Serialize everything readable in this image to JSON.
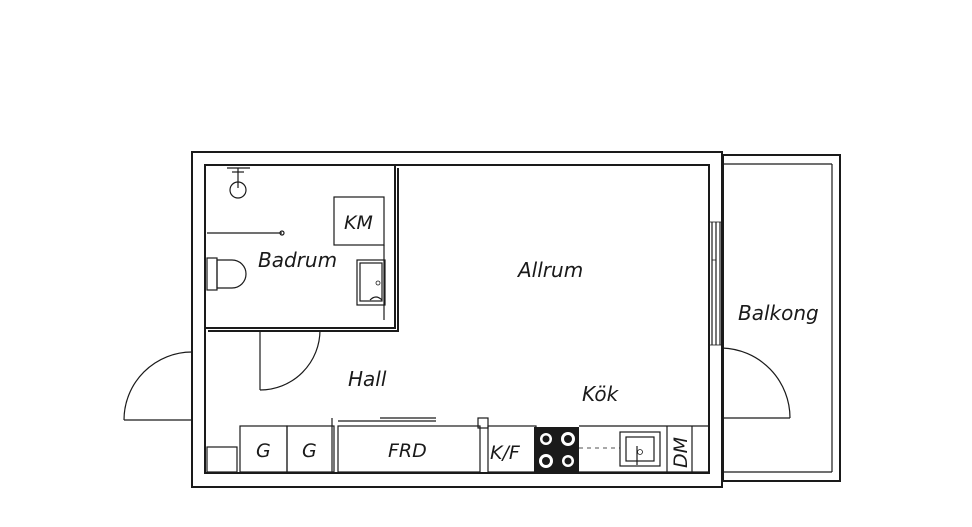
{
  "rooms": {
    "badrum": "Badrum",
    "allrum": "Allrum",
    "balkong": "Balkong",
    "hall": "Hall",
    "kok": "Kök"
  },
  "fixtures": {
    "km": "KM",
    "g1": "G",
    "g2": "G",
    "frd": "FRD",
    "kf": "K/F",
    "dm": "DM"
  }
}
